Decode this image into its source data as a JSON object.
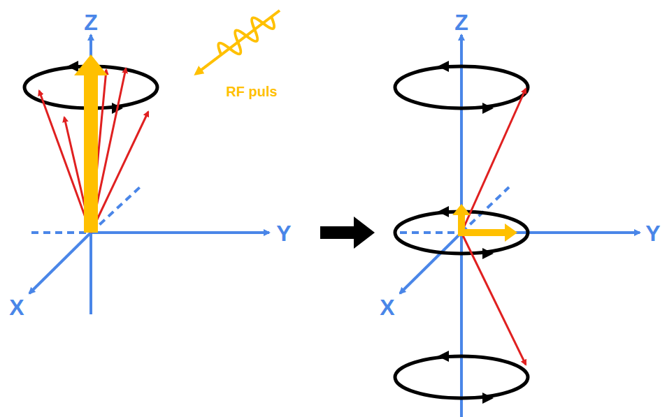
{
  "diagram": {
    "labels": [
      "Z",
      "Y",
      "X",
      "RF puls",
      "Z",
      "Y",
      "X"
    ]
  }
}
